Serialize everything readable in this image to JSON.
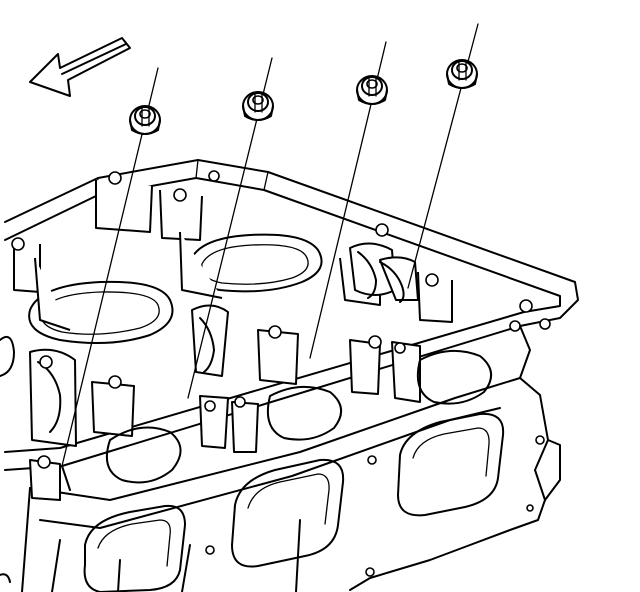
{
  "figure": {
    "subject": "cylinder-head-valve-spring-retainers",
    "direction_arrow": "front-of-engine",
    "component_count": 4,
    "colors": {
      "line": "#000000",
      "background": "#ffffff"
    }
  }
}
